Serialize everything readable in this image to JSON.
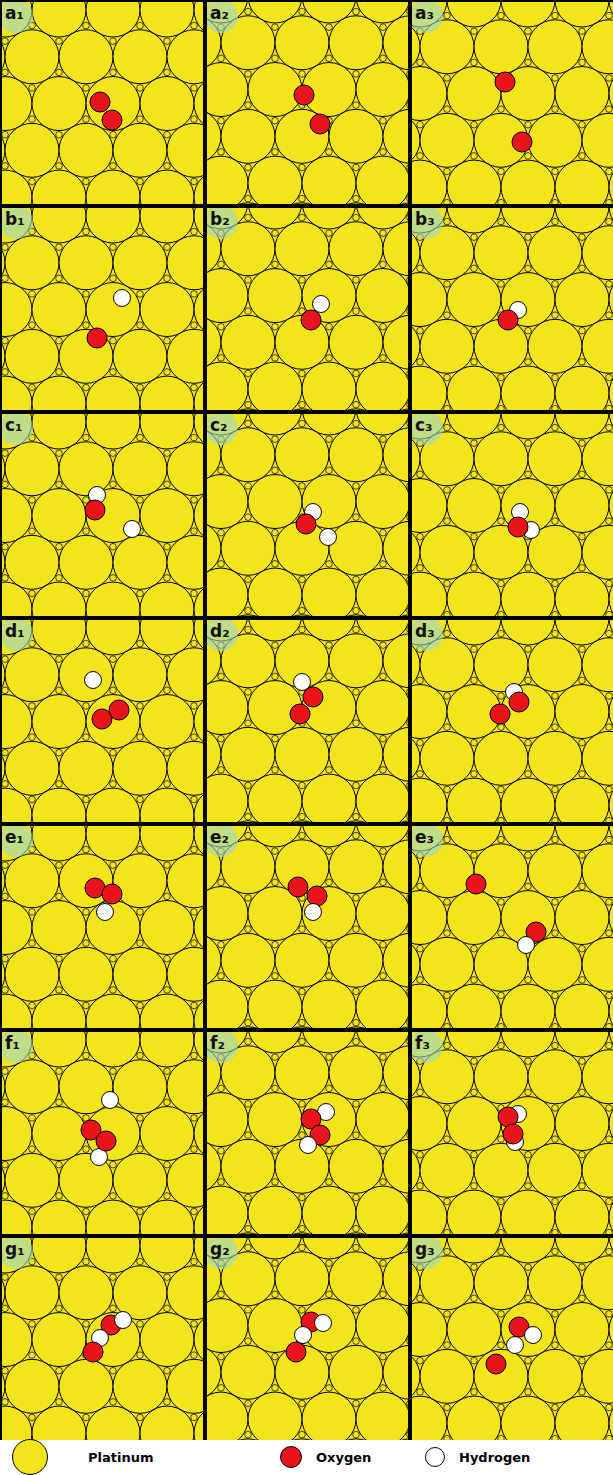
{
  "diagram": {
    "labels": [
      "a₁",
      "a₂",
      "a₃",
      "b₁",
      "b₂",
      "b₃",
      "c₁",
      "c₂",
      "c₃",
      "d₁",
      "d₂",
      "d₃",
      "e₁",
      "e₂",
      "e₃",
      "f₁",
      "f₂",
      "f₃",
      "g₁",
      "g₂",
      "g₃"
    ],
    "legend": [
      {
        "text": "Platinum",
        "color": "#f2e51c"
      },
      {
        "text": "Oxygen",
        "color": "#e8141c"
      },
      {
        "text": "Hydrogen",
        "color": "#ffffff"
      }
    ]
  }
}
